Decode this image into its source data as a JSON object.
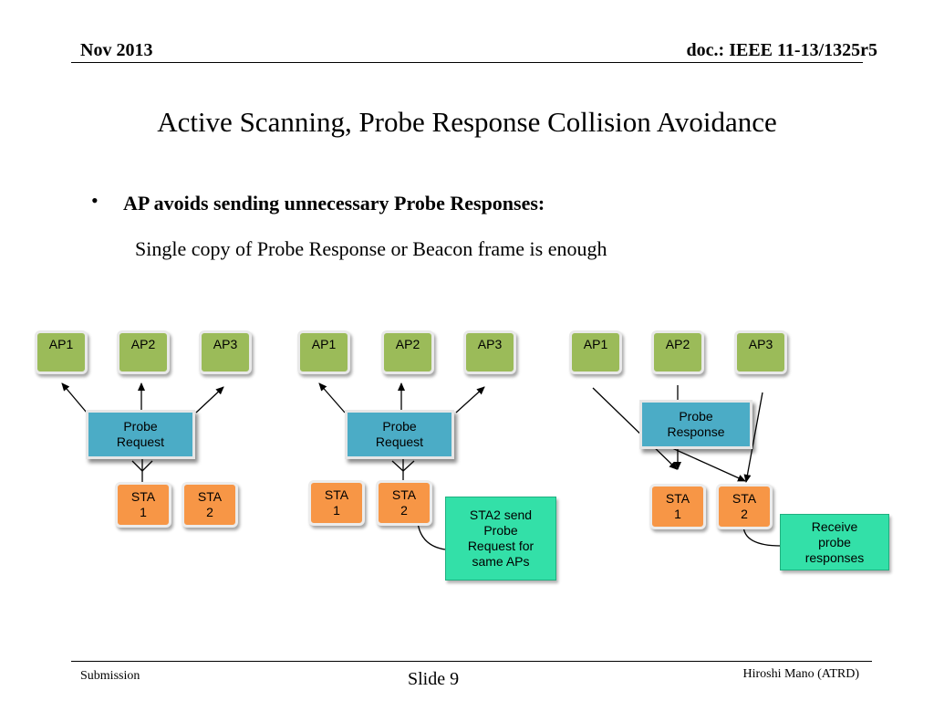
{
  "header": {
    "date": "Nov 2013",
    "doc": "doc.: IEEE 11-13/1325r5"
  },
  "title": "Active Scanning, Probe Response Collision Avoidance",
  "bullet": {
    "marker": "•",
    "text": "AP avoids sending unnecessary Probe Responses:"
  },
  "subline": "Single copy of Probe Response or Beacon frame is enough",
  "diagram1": {
    "ap1": "AP1",
    "ap2": "AP2",
    "ap3": "AP3",
    "probe": "Probe\nRequest",
    "sta1": "STA\n1",
    "sta2": "STA\n2"
  },
  "diagram2": {
    "ap1": "AP1",
    "ap2": "AP2",
    "ap3": "AP3",
    "probe": "Probe\nRequest",
    "sta1": "STA\n1",
    "sta2": "STA\n2",
    "note": "STA2 send\nProbe\nRequest for\nsame APs"
  },
  "diagram3": {
    "ap1": "AP1",
    "ap2": "AP2",
    "ap3": "AP3",
    "probe": "Probe\nResponse",
    "sta1": "STA\n1",
    "sta2": "STA\n2",
    "note": "Receive\nprobe\nresponses"
  },
  "footer": {
    "left": "Submission",
    "center": "Slide 9",
    "right": "Hiroshi Mano (ATRD)"
  },
  "colors": {
    "ap": "#9bbb59",
    "sta": "#f79646",
    "probe": "#4bacc6",
    "note": "#33e0a8"
  }
}
